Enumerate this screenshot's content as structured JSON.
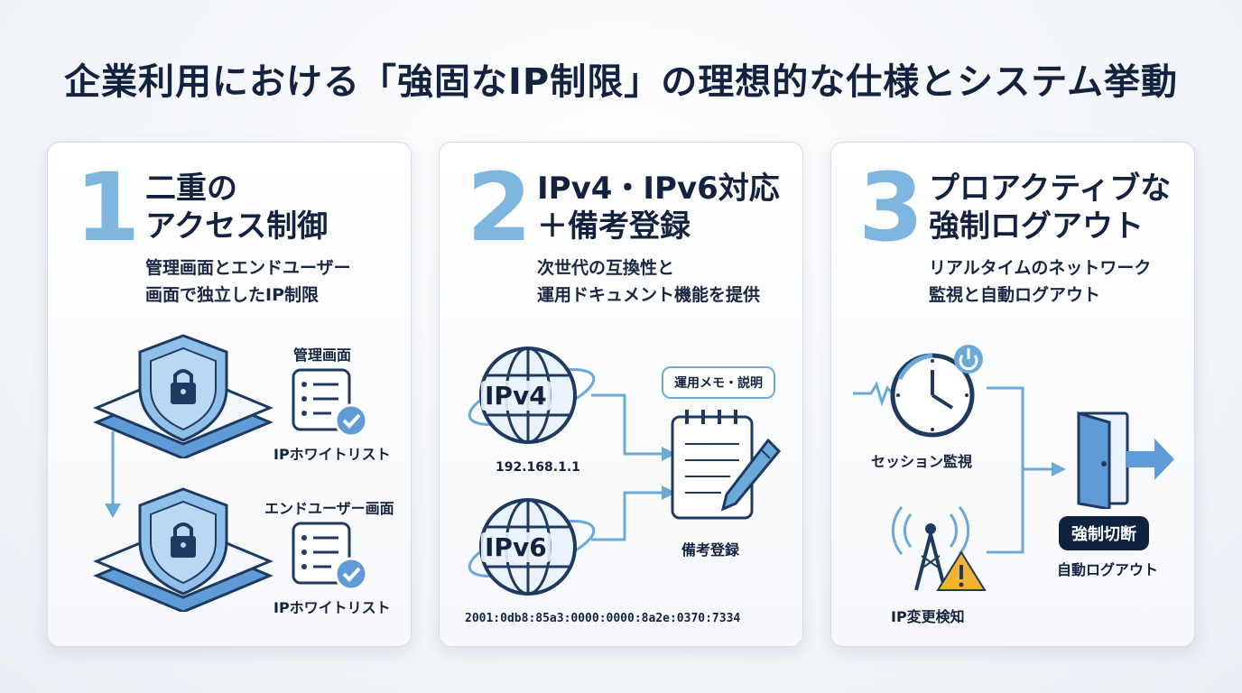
{
  "title": "企業利用における「強固なIP制限」の理想的な仕様とシステム挙動",
  "cards": [
    {
      "number": "1",
      "title_lines": [
        "二重の",
        "アクセス制御"
      ],
      "desc_lines": [
        "管理画面とエンドユーザー",
        "画面で独立したIP制限"
      ],
      "labels": {
        "admin_screen": "管理画面",
        "whitelist_top": "IPホワイトリスト",
        "enduser_screen": "エンドユーザー画面",
        "whitelist_bottom": "IPホワイトリスト"
      }
    },
    {
      "number": "2",
      "title_lines": [
        "IPv4・IPv6対応",
        "＋備考登録"
      ],
      "desc_lines": [
        "次世代の互換性と",
        "運用ドキュメント機能を提供"
      ],
      "labels": {
        "ipv4_globe": "IPv4",
        "ipv4_address": "192.168.1.1",
        "ipv6_globe": "IPv6",
        "ipv6_address": "2001:0db8:85a3:0000:0000:8a2e:0370:7334",
        "memo_callout": "運用メモ・説明",
        "notes_label": "備考登録"
      }
    },
    {
      "number": "3",
      "title_lines": [
        "プロアクティブな",
        "強制ログアウト"
      ],
      "desc_lines": [
        "リアルタイムのネットワーク",
        "監視と自動ログアウト"
      ],
      "labels": {
        "session_monitor": "セッション監視",
        "ip_change": "IP変更検知",
        "force_disconnect": "強制切断",
        "auto_logout": "自動ログアウト"
      }
    }
  ],
  "colors": {
    "accent_light": "#7fb6e0",
    "accent": "#4a8fd0",
    "navy": "#13233f",
    "warning": "#f2b233"
  }
}
